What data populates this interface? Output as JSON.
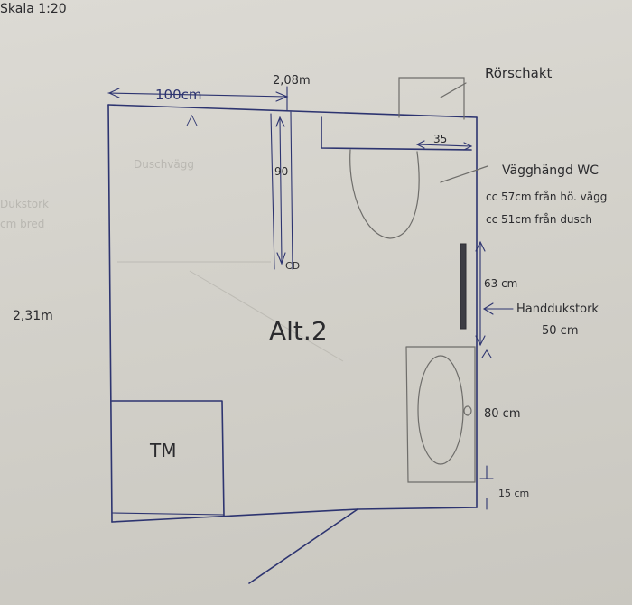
{
  "scale_label": "Skala 1:20",
  "labels": {
    "width_top": "100cm",
    "dim_208": "2,08m",
    "height_231": "2,31m",
    "dim_90": "90",
    "floor_drain_symbol": "△",
    "rorschakt": "Rörschakt",
    "dim_35": "35",
    "wc_title": "Vägghängd WC",
    "wc_line1": "cc 57cm från hö. vägg",
    "wc_line2": "cc 51cm från dusch",
    "dim_63": "63 cm",
    "towel_title": "Handdukstork",
    "towel_width": "50 cm",
    "alt": "Alt.2",
    "dim_80": "80 cm",
    "dim_15": "15 cm",
    "tm": "TM",
    "cd": "CD",
    "faint_1": "Duschvägg",
    "faint_2": "Dukstork",
    "faint_3": "cm bred"
  },
  "colors": {
    "paper": "#d6d4cd",
    "ink_blue": "#2d3470",
    "pencil": "#6e6d6a"
  }
}
